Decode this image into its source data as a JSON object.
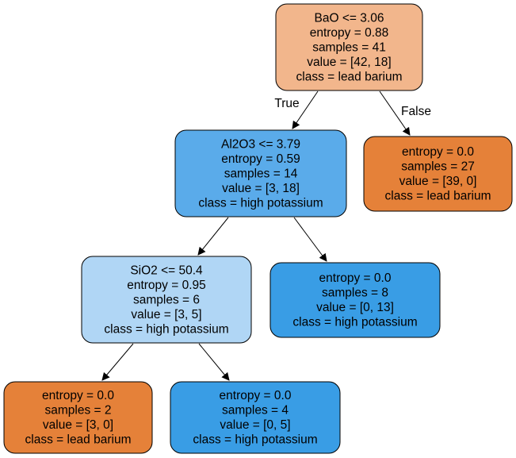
{
  "nodes": [
    {
      "id": "root",
      "fill": "#f2b68c",
      "lines": [
        "BaO <= 3.06",
        "entropy = 0.88",
        "samples = 41",
        "value = [42, 18]",
        "class = lead barium"
      ]
    },
    {
      "id": "al2o3-split",
      "fill": "#5aabea",
      "lines": [
        "Al2O3 <= 3.79",
        "entropy = 0.59",
        "samples = 14",
        "value = [3, 18]",
        "class = high potassium"
      ]
    },
    {
      "id": "leaf-lead-27",
      "fill": "#e58139",
      "lines": [
        "entropy = 0.0",
        "samples = 27",
        "value = [39, 0]",
        "class = lead barium"
      ]
    },
    {
      "id": "sio2-split",
      "fill": "#b0d6f5",
      "lines": [
        "SiO2 <= 50.4",
        "entropy = 0.95",
        "samples = 6",
        "value = [3, 5]",
        "class = high potassium"
      ]
    },
    {
      "id": "leaf-potassium-8",
      "fill": "#399de5",
      "lines": [
        "entropy = 0.0",
        "samples = 8",
        "value = [0, 13]",
        "class = high potassium"
      ]
    },
    {
      "id": "leaf-lead-2",
      "fill": "#e58139",
      "lines": [
        "entropy = 0.0",
        "samples = 2",
        "value = [3, 0]",
        "class = lead barium"
      ]
    },
    {
      "id": "leaf-potassium-4",
      "fill": "#399de5",
      "lines": [
        "entropy = 0.0",
        "samples = 4",
        "value = [0, 5]",
        "class = high potassium"
      ]
    }
  ],
  "edges": [
    {
      "from": "root",
      "to": "al2o3-split",
      "label": "True"
    },
    {
      "from": "root",
      "to": "leaf-lead-27",
      "label": "False"
    },
    {
      "from": "al2o3-split",
      "to": "sio2-split",
      "label": ""
    },
    {
      "from": "al2o3-split",
      "to": "leaf-potassium-8",
      "label": ""
    },
    {
      "from": "sio2-split",
      "to": "leaf-lead-2",
      "label": ""
    },
    {
      "from": "sio2-split",
      "to": "leaf-potassium-4",
      "label": ""
    }
  ]
}
